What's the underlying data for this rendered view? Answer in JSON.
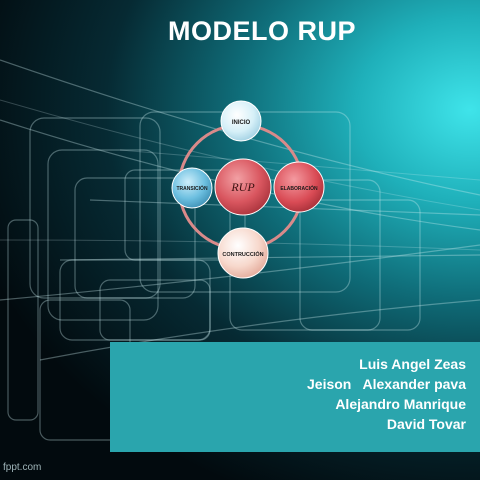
{
  "slide": {
    "title": "MODELO RUP",
    "diagram": {
      "center": "RUP",
      "phases": {
        "top": "INICIO",
        "right": "ELABORACIÓN",
        "bottom": "CONTRUCCIÓN",
        "left": "TRANSICIÓN"
      }
    },
    "authors": [
      "Luis Angel Zeas",
      "Jeison   Alexander pava",
      "Alejandro Manrique",
      "David Tovar"
    ],
    "watermark": "fppt.com",
    "colors": {
      "accent_panel": "#2aa5ad",
      "center_node": "#d9565f",
      "right_node": "#d94b55",
      "top_node": "#bfe6f2",
      "left_node": "#5fb6d6",
      "bottom_node": "#f6cfc2",
      "cycle_ring": "#d98a8a"
    }
  }
}
